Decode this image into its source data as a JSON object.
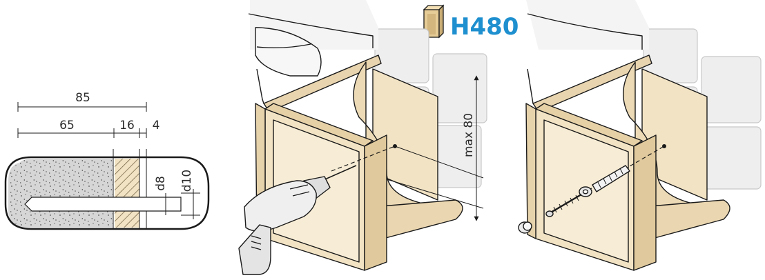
{
  "product": {
    "code": "H480",
    "accent_color": "#1e8fcf",
    "icon": "leg-profile-icon"
  },
  "section": {
    "dimensions": {
      "total": "85",
      "concrete": "65",
      "panel": "16",
      "gap": "4",
      "hole_small": "d8",
      "hole_large": "d10"
    }
  },
  "drilling": {
    "max_height_label": "max 80"
  },
  "colors": {
    "wood": "#f2e3c4",
    "wood_edge": "#e6d2ab",
    "concrete": "#d4d4d4",
    "tile": "#ededed",
    "line": "#1a1a1a"
  },
  "icons": [
    "drill-icon",
    "wall-plug-icon",
    "washer-icon",
    "screw-icon",
    "cap-icon"
  ]
}
